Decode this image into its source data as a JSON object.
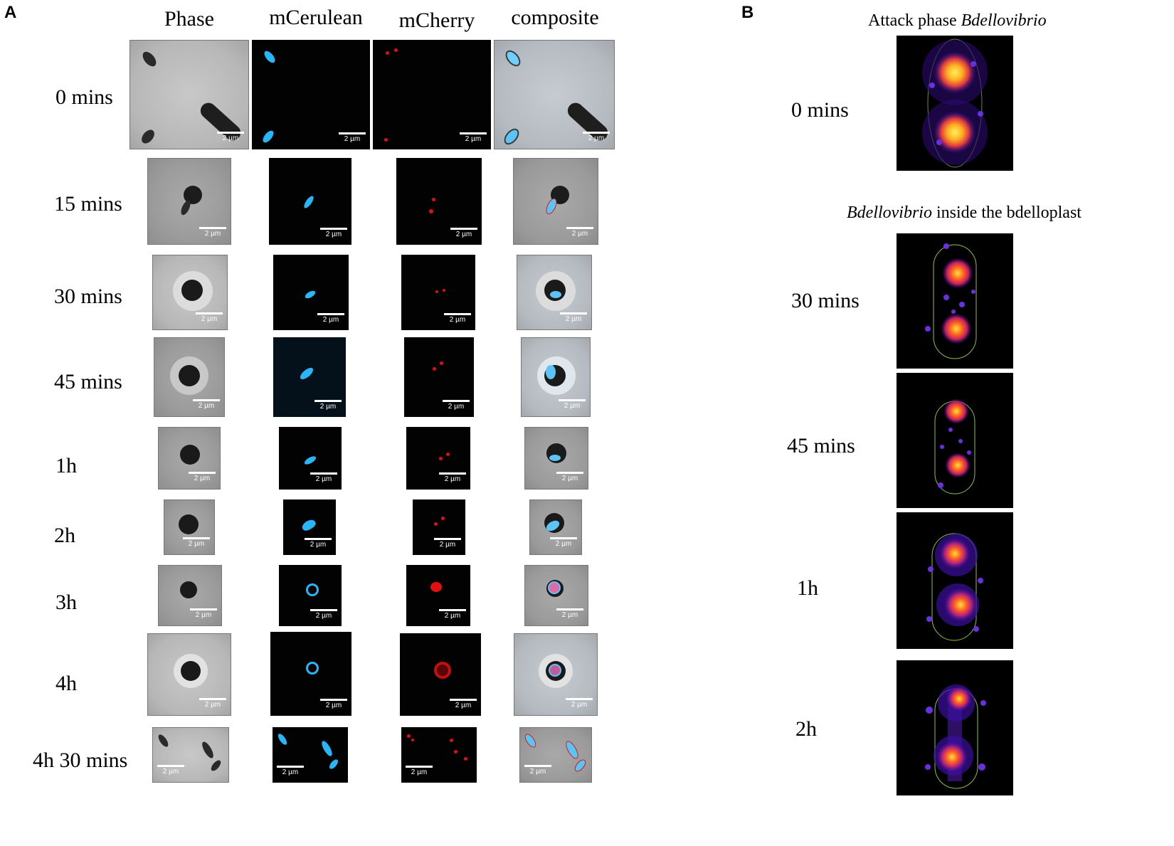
{
  "panel_labels": {
    "a": "A",
    "b": "B"
  },
  "panel_a": {
    "columns": [
      "Phase",
      "mCerulean",
      "mCherry",
      "composite"
    ],
    "rows": [
      {
        "label": "0 mins"
      },
      {
        "label": "15 mins"
      },
      {
        "label": "30 mins"
      },
      {
        "label": "45 mins"
      },
      {
        "label": "1h"
      },
      {
        "label": "2h"
      },
      {
        "label": "3h"
      },
      {
        "label": "4h"
      },
      {
        "label": "4h 30 mins"
      }
    ],
    "scale_bar_text": "2 µm"
  },
  "panel_b": {
    "title_attack_prefix": "Attack phase ",
    "title_attack_italic": "Bdellovibrio",
    "title_inside_italic": "Bdellovibrio",
    "title_inside_suffix": " inside the bdelloplast",
    "rows": [
      {
        "label": "0 mins"
      },
      {
        "label": "30 mins"
      },
      {
        "label": "45 mins"
      },
      {
        "label": "1h"
      },
      {
        "label": "2h"
      }
    ]
  },
  "colors": {
    "mcerulean": "#29b6f6",
    "mcherry": "#e01010",
    "heatmap_hot": "#ffe040",
    "heatmap_mid": "#ff5020",
    "heatmap_low": "#5a20c8",
    "outline": "#8fbf40"
  }
}
